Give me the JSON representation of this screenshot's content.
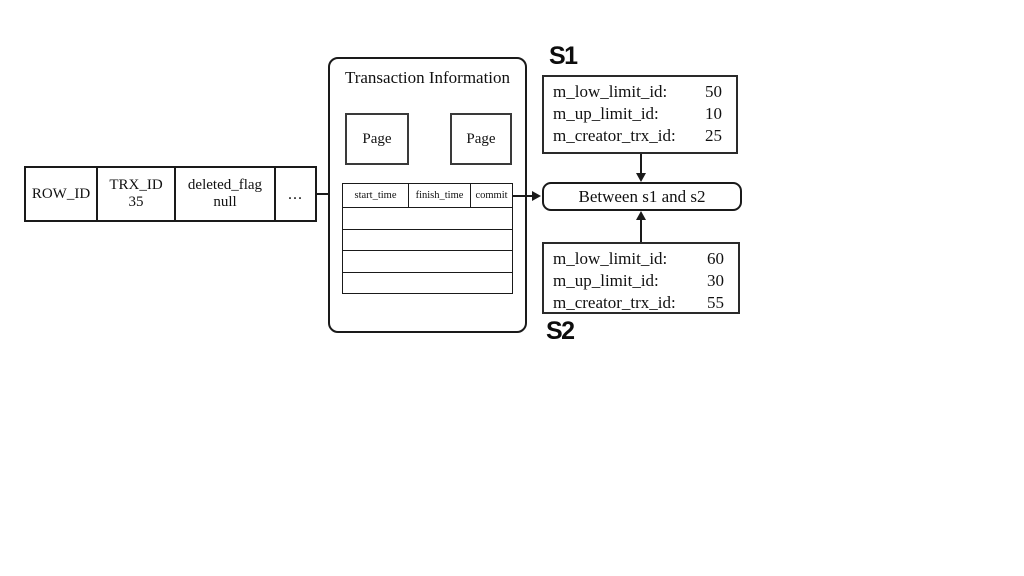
{
  "record_table": {
    "cells": [
      {
        "line1": "ROW_ID",
        "line2": ""
      },
      {
        "line1": "TRX_ID",
        "line2": "35"
      },
      {
        "line1": "deleted_flag",
        "line2": "null"
      },
      {
        "line1": "...",
        "line2": ""
      }
    ]
  },
  "transaction_info": {
    "title": "Transaction Information",
    "page_left_label": "Page",
    "page_right_label": "Page",
    "time_table": {
      "headers": [
        "start_time",
        "finish_time",
        "commit"
      ],
      "empty_row_count": 4
    }
  },
  "s1": {
    "label": "S1",
    "rows": [
      {
        "key": "m_low_limit_id:",
        "value": "50"
      },
      {
        "key": "m_up_limit_id:",
        "value": "10"
      },
      {
        "key": "m_creator_trx_id:",
        "value": "25"
      }
    ]
  },
  "between": {
    "label": "Between s1 and s2"
  },
  "s2": {
    "label": "S2",
    "rows": [
      {
        "key": "m_low_limit_id:",
        "value": "60"
      },
      {
        "key": "m_up_limit_id:",
        "value": "30"
      },
      {
        "key": "m_creator_trx_id:",
        "value": "55"
      }
    ]
  },
  "colors": {
    "background": "#ffffff",
    "line": "#1a1a1a",
    "text": "#111111"
  }
}
